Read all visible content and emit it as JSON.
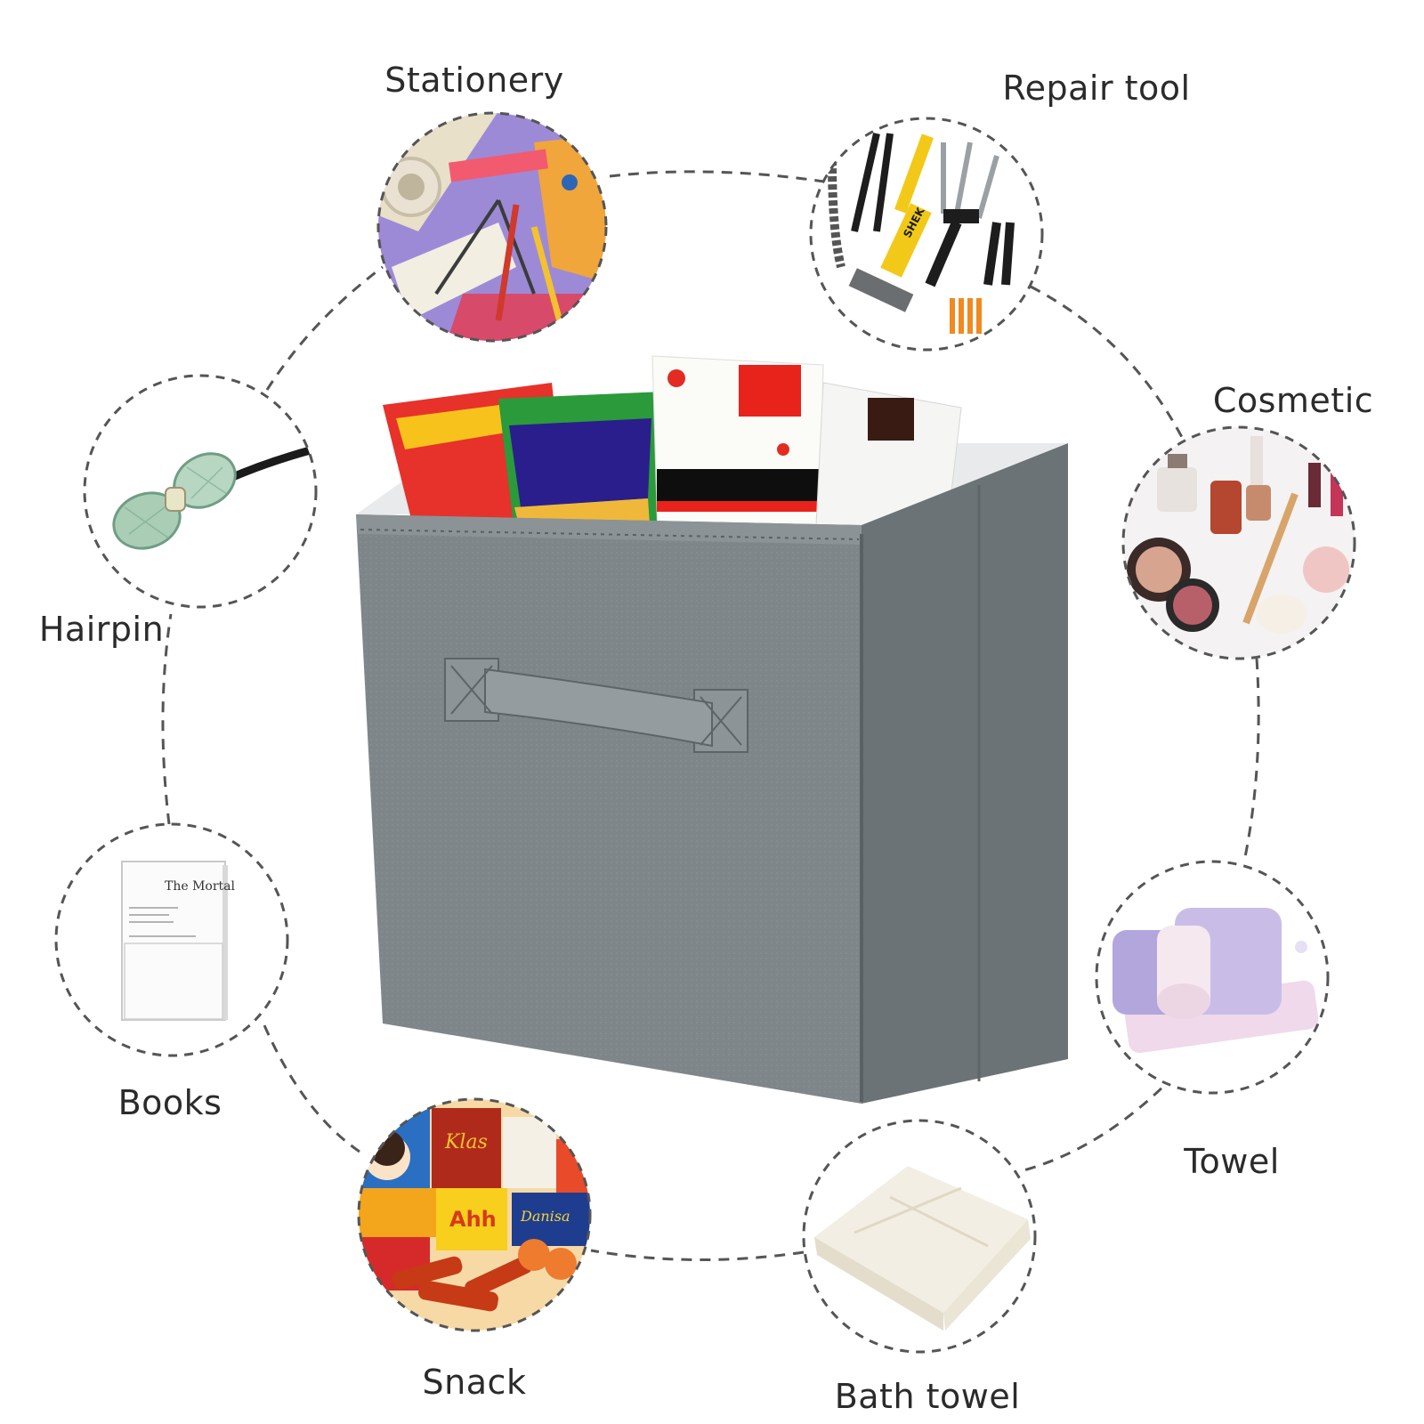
{
  "categories": [
    {
      "key": "stationery",
      "label": "Stationery",
      "icon": "stationery-icon"
    },
    {
      "key": "repair-tool",
      "label": "Repair tool",
      "icon": "tools-icon"
    },
    {
      "key": "cosmetic",
      "label": "Cosmetic",
      "icon": "cosmetics-icon"
    },
    {
      "key": "hairpin",
      "label": "Hairpin",
      "icon": "hairpin-icon"
    },
    {
      "key": "books",
      "label": "Books",
      "icon": "book-icon"
    },
    {
      "key": "towel",
      "label": "Towel",
      "icon": "towel-icon"
    },
    {
      "key": "snack",
      "label": "Snack",
      "icon": "snack-icon"
    },
    {
      "key": "bath-towel",
      "label": "Bath towel",
      "icon": "bath-towel-icon"
    }
  ],
  "book_cover_text": "The Mortal",
  "snack_brands": [
    "Klas",
    "Ahh",
    "Danisa"
  ],
  "tool_brand": "SHEK",
  "colors": {
    "box": "#7c8387",
    "box_dark": "#6a7175",
    "dash": "#555555",
    "label": "#2b2b2b"
  }
}
